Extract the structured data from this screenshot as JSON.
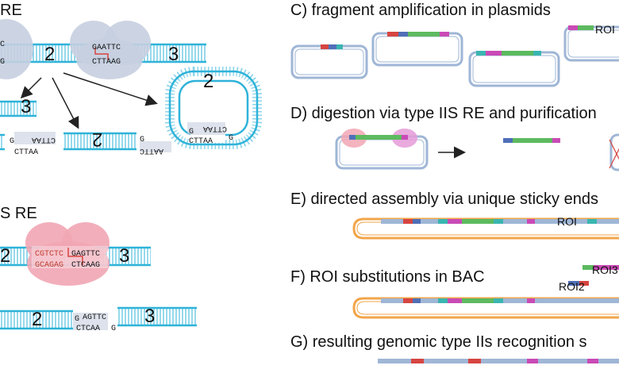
{
  "left": {
    "panelA_title_fragment": "RE",
    "panelB_title_fragment": "S RE",
    "fragment_numbers": {
      "two": "2",
      "three": "3"
    },
    "seq": {
      "ecori_top": "GAATTC",
      "ecori_bottom": "CTTAAG",
      "left_cut_top": "C",
      "left_cut_bottom": "G",
      "ov_g": "G",
      "ov_cttaa": "CTTAA",
      "ov_aattc_flipped": "AATTC",
      "ov_cttaa_flipped": "CTTAA",
      "bsai_top_a": "CGTCTC",
      "bsai_top_b": "GAGTTC",
      "bsai_bottom_a": "GCAGAG",
      "bsai_bottom_b": "CTCAAG",
      "prod_left_g": "G",
      "prod_left_ctcaa": "CTCAA",
      "prod_right_agttc": "AGTTC",
      "prod_right_g": "G"
    }
  },
  "right": {
    "C_title": "C) fragment amplification in plasmids",
    "D_title": "D) digestion via type IIS RE and purification",
    "E_title": "E) directed assembly via unique sticky ends",
    "F_title": "F) ROI substitutions in BAC",
    "G_title": "G) resulting genomic type IIs recognition s",
    "roi": "ROI",
    "roi2": "ROI2",
    "roi3": "ROI3"
  },
  "colors": {
    "dna": "#2fb3d9",
    "enzyme_blue": "#c6cfe0",
    "enzyme_pink": "#f1a6b4",
    "plasmid": "#9fb6d6",
    "bac_orange": "#f2a54a",
    "red_seg": "#d64541",
    "blue_seg": "#4f6fb8",
    "green_seg": "#5dba5f",
    "magenta_seg": "#c94ab6",
    "teal_seg": "#3ab5b0"
  }
}
